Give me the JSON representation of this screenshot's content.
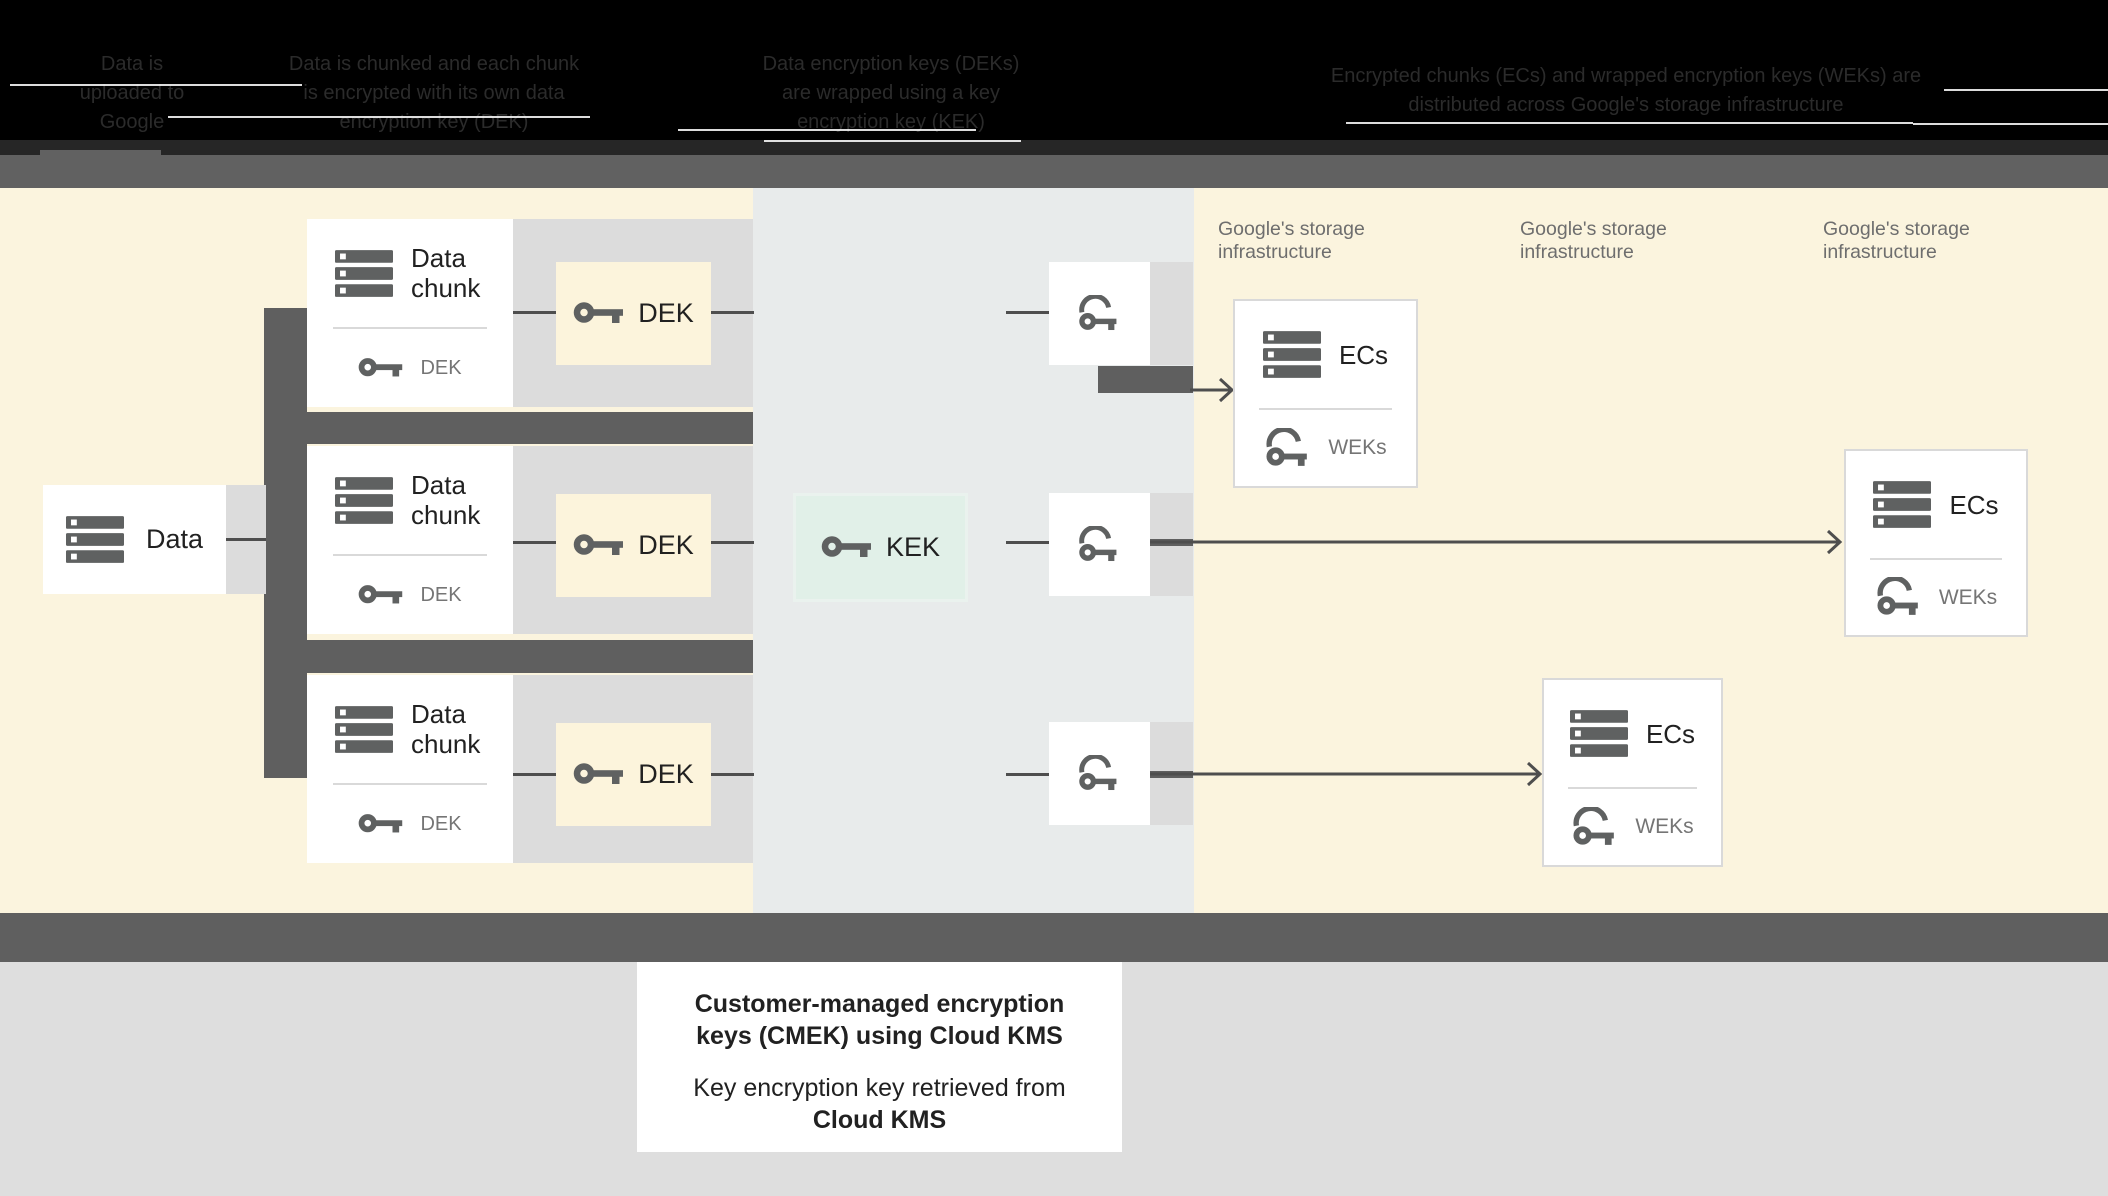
{
  "header": {
    "steps": [
      "Data is uploaded to Google",
      "Data is chunked and each chunk is encrypted with its own data encryption key (DEK)",
      "Data encryption keys (DEKs) are wrapped using a key encryption key (KEK)",
      "Encrypted chunks (ECs) and wrapped encryption keys (WEKs) are distributed across Google's storage infrastructure"
    ]
  },
  "diagram": {
    "data_box": {
      "label": "Data"
    },
    "chunk_rows": [
      {
        "chunk_label": "Data chunk",
        "chunk_key_label": "DEK",
        "dek_box_label": "DEK"
      },
      {
        "chunk_label": "Data chunk",
        "chunk_key_label": "DEK",
        "dek_box_label": "DEK"
      },
      {
        "chunk_label": "Data chunk",
        "chunk_key_label": "DEK",
        "dek_box_label": "DEK"
      }
    ],
    "kek_box": {
      "label": "KEK"
    },
    "storage_zone_labels": [
      "Google's storage infrastructure",
      "Google's storage infrastructure",
      "Google's storage infrastructure"
    ],
    "ec_boxes": [
      {
        "label": "ECs",
        "key_label": "WEKs"
      },
      {
        "label": "ECs",
        "key_label": "WEKs"
      },
      {
        "label": "ECs",
        "key_label": "WEKs"
      }
    ]
  },
  "footer_note": {
    "title": "Customer-managed encryption keys (CMEK) using Cloud KMS",
    "body_regular": "Key encryption key retrieved from",
    "body_bold": "Cloud KMS"
  },
  "colors": {
    "header_bg": "#000000",
    "header_text": "#2B2B2B",
    "band_gray": "#5F5F5F",
    "cream_bg": "#FBF4DE",
    "kms_zone_bg": "#E8EBEB",
    "row_band_gray": "#DCDCDC",
    "dek_box_bg": "#FCF4DC",
    "kek_box_bg": "#E1F0E8",
    "icon_gray": "#5F6161",
    "label_dark": "#212121",
    "label_gray": "#757575",
    "zone_label_gray": "#6E6E6E",
    "line_color": "#4E4E4E",
    "footer_bg": "#DEDEDE"
  }
}
